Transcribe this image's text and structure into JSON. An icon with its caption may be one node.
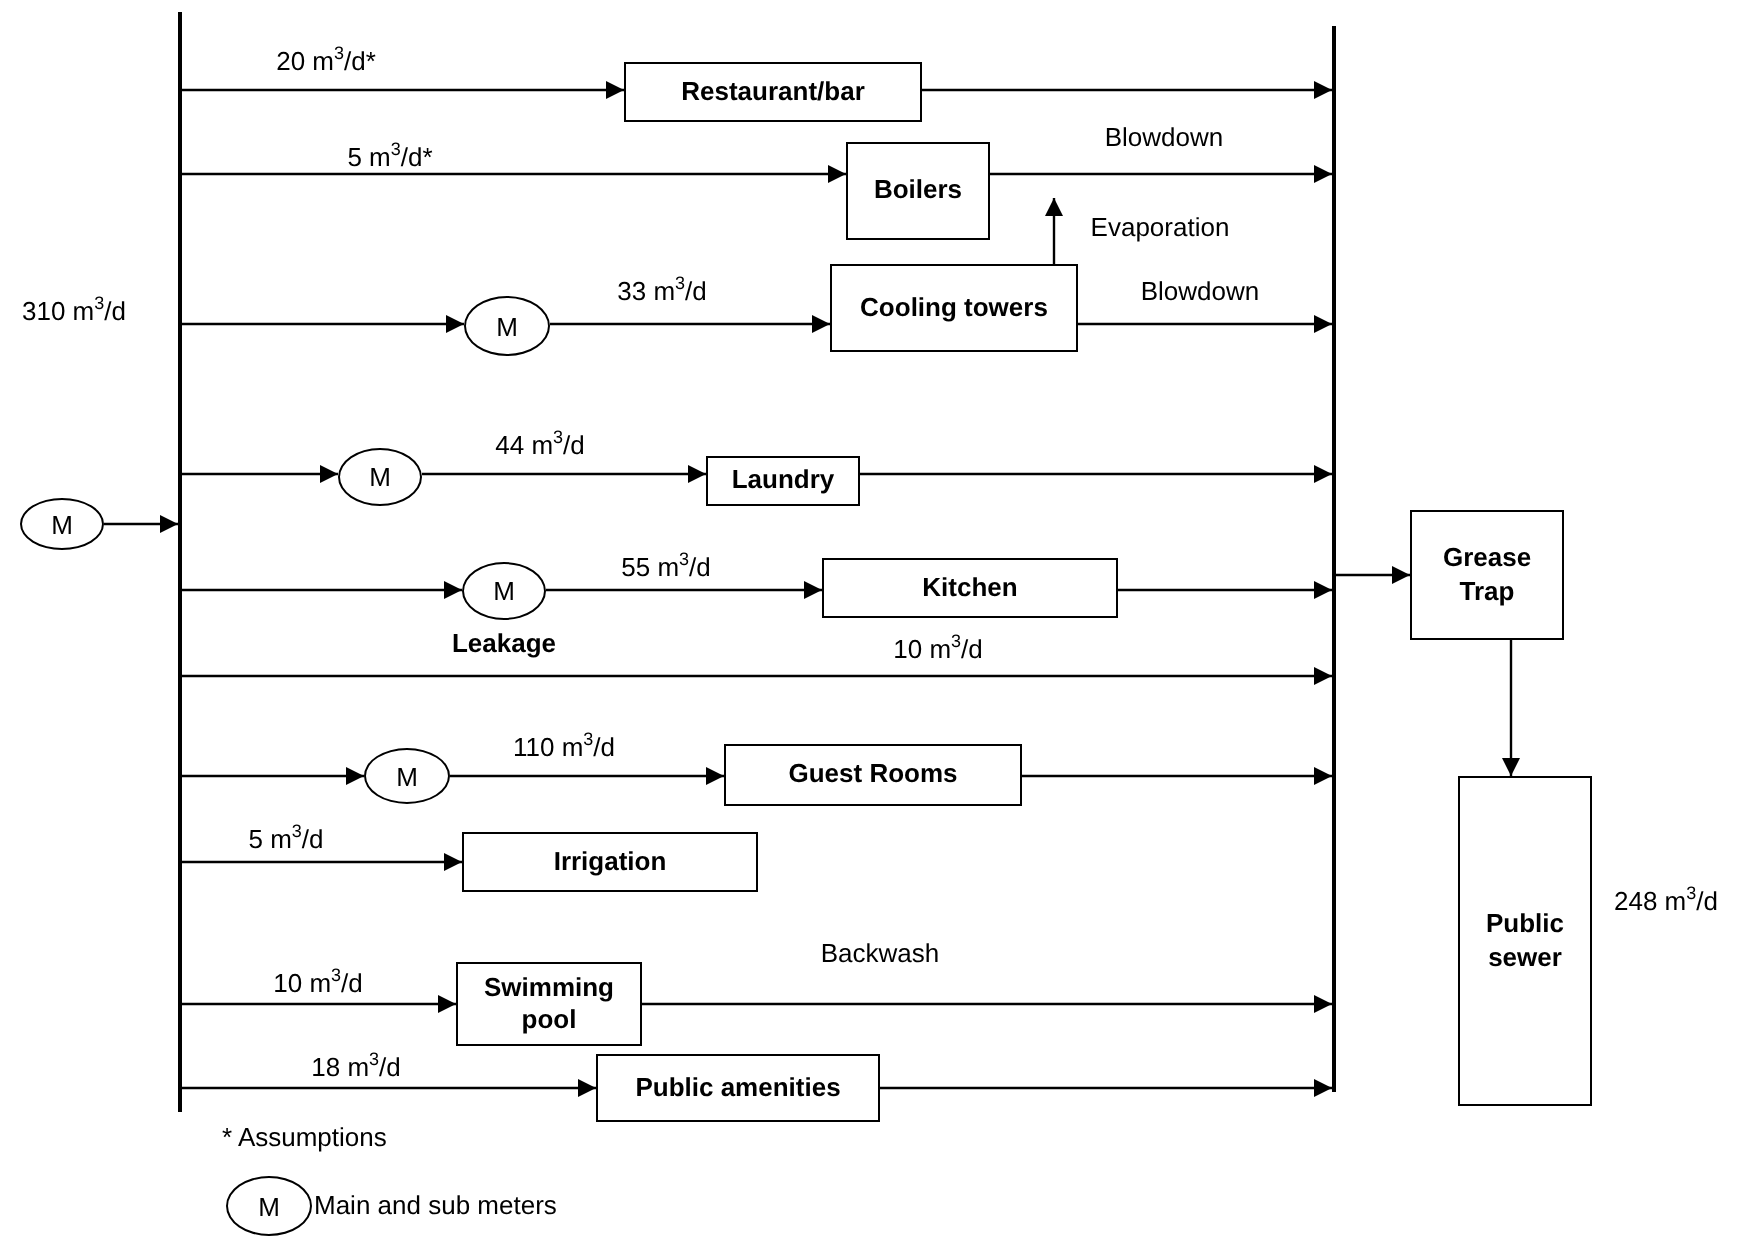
{
  "diagram": {
    "nodes": [
      {
        "text": [
          "M"
        ]
      },
      {
        "text": [],
        "shape": "bar"
      },
      {
        "text": [],
        "shape": "bar"
      },
      {
        "text": [
          "Restaurant/bar"
        ]
      },
      {
        "text": [
          "Boilers"
        ]
      },
      {
        "text": [
          "M"
        ]
      },
      {
        "text": [
          "Cooling towers"
        ]
      },
      {
        "text": [
          "M"
        ]
      },
      {
        "text": [
          "Laundry"
        ]
      },
      {
        "text": [
          "M"
        ]
      },
      {
        "text": [
          "Kitchen"
        ]
      },
      {
        "text": [
          "M"
        ]
      },
      {
        "text": [
          "Guest Rooms"
        ]
      },
      {
        "text": [
          "Irrigation"
        ]
      },
      {
        "text": [
          "Swimming pool"
        ]
      },
      {
        "text": [
          "Public amenities"
        ]
      },
      {
        "text": [
          "Grease Trap"
        ]
      },
      {
        "text": [
          "Public sewer"
        ],
        "beside": [
          "248 m$^{3}$/d"
        ]
      },
      {
        "text": [
          "M"
        ]
      }
    ],
    "edges": [
      {
        "from": 0,
        "to": 1,
        "arrow": "to"
      },
      {
        "from": 1,
        "to": 3,
        "arrow": "to",
        "label": "20 m$^{3}$/d*"
      },
      {
        "from": 3,
        "to": 2,
        "arrow": "to"
      },
      {
        "from": 1,
        "to": 4,
        "arrow": "to",
        "label": "5 m$^{3}$/d*"
      },
      {
        "from": 4,
        "to": 2,
        "arrow": "to",
        "label": "Blowdown"
      },
      {
        "from": 1,
        "to": 5,
        "arrow": "to"
      },
      {
        "from": 5,
        "to": 6,
        "arrow": "to",
        "label": "33 m$^{3}$/d"
      },
      {
        "from": 6,
        "to": 2,
        "arrow": "to",
        "label": "Blowdown"
      },
      {
        "from": 6,
        "to": null,
        "arrow": "to",
        "label": "Evaporation"
      },
      {
        "from": 1,
        "to": 7,
        "arrow": "to"
      },
      {
        "from": 7,
        "to": 8,
        "arrow": "to",
        "label": "44 m$^{3}$/d"
      },
      {
        "from": 8,
        "to": 2,
        "arrow": "to"
      },
      {
        "from": 1,
        "to": 9,
        "arrow": "to"
      },
      {
        "from": 9,
        "to": 10,
        "arrow": "to",
        "label": "55 m$^{3}$/d"
      },
      {
        "from": 10,
        "to": 2,
        "arrow": "to"
      },
      {
        "from": 1,
        "to": 2,
        "arrow": "to",
        "label": "10 m$^{3}$/d"
      },
      {
        "from": 1,
        "to": 11,
        "arrow": "to"
      },
      {
        "from": 11,
        "to": 12,
        "arrow": "to",
        "label": "110 m$^{3}$/d"
      },
      {
        "from": 12,
        "to": 2,
        "arrow": "to"
      },
      {
        "from": 1,
        "to": 13,
        "arrow": "to",
        "label": "5 m$^{3}$/d"
      },
      {
        "from": 1,
        "to": 14,
        "arrow": "to",
        "label": "10 m$^{3}$/d"
      },
      {
        "from": 14,
        "to": 2,
        "arrow": "to",
        "label": "Backwash"
      },
      {
        "from": 1,
        "to": 15,
        "arrow": "to",
        "label": "18 m$^{3}$/d"
      },
      {
        "from": 15,
        "to": 2,
        "arrow": "to"
      },
      {
        "from": 2,
        "to": 16,
        "arrow": "to"
      },
      {
        "from": 16,
        "to": 17,
        "arrow": "to"
      }
    ],
    "labels": [
      "310 m$^{3}$/d",
      "Leakage",
      "* Assumptions"
    ],
    "legend": [
      {
        "text": "Main and sub meters"
      }
    ]
  }
}
